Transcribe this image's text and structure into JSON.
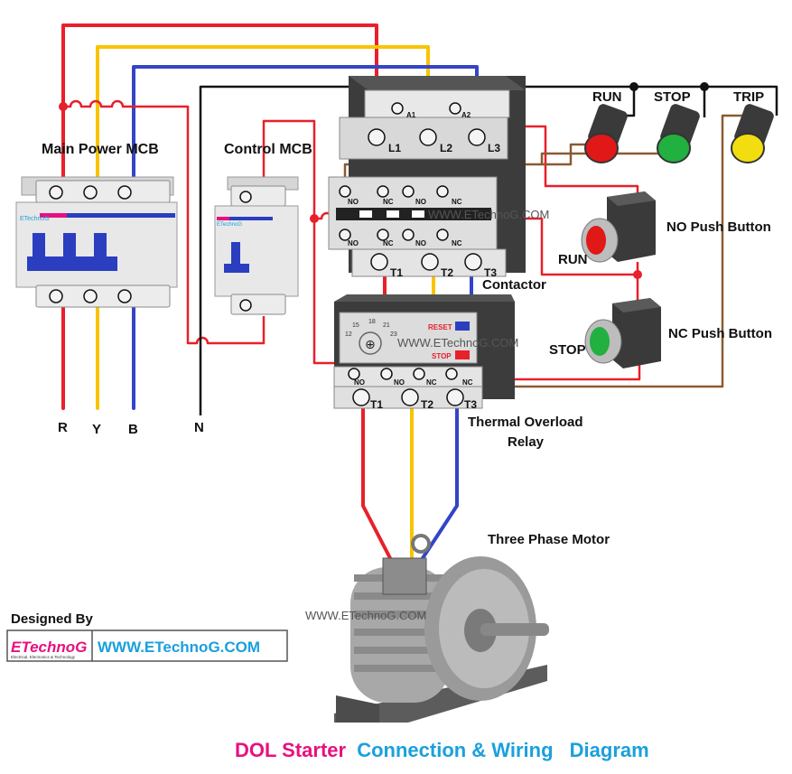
{
  "title": {
    "part1": "DOL Starter",
    "part2": "Connection & Wiring",
    "part3": "Diagram",
    "color1": "#e8107f",
    "color2": "#1aa0dc"
  },
  "labels": {
    "main_mcb": "Main Power MCB",
    "control_mcb": "Control MCB",
    "contactor": "Contactor",
    "overload_line1": "Thermal Overload",
    "overload_line2": "Relay",
    "motor": "Three Phase Motor",
    "no_push_button": "NO Push Button",
    "nc_push_button": "NC Push Button",
    "run_button": "RUN",
    "stop_button": "STOP",
    "lamp_run": "RUN",
    "lamp_stop": "STOP",
    "lamp_trip": "TRIP"
  },
  "phases": {
    "r": "R",
    "y": "Y",
    "b": "B",
    "n": "N"
  },
  "contactor_terminals": {
    "a1": "A1",
    "a2": "A2",
    "l1": "L1",
    "l2": "L2",
    "l3": "L3",
    "t1": "T1",
    "t2": "T2",
    "t3": "T3",
    "no": "NO",
    "nc": "NC"
  },
  "overload": {
    "reset": "RESET",
    "stop": "STOP",
    "dial": [
      "12",
      "15",
      "18",
      "21",
      "23"
    ],
    "t1": "T1",
    "t2": "T2",
    "t3": "T3",
    "no": "NO",
    "nc": "NC"
  },
  "mcb_brand": "ETechnoG",
  "watermark": "WWW.ETechnoG.COM",
  "credit": {
    "designed_by": "Designed By",
    "logo": "ETechnoG",
    "tagline": "Electrical, Electronics & Technology",
    "website": "WWW.ETechnoG.COM"
  },
  "colors": {
    "red": "#e8202a",
    "yellow": "#f8c400",
    "blue": "#3444c8",
    "black": "#111111",
    "brown": "#8a5a32",
    "lamp_red": "#e01818",
    "lamp_green": "#22b040",
    "lamp_yellow": "#f2de10",
    "mcb_blue": "#2b3ec0"
  }
}
